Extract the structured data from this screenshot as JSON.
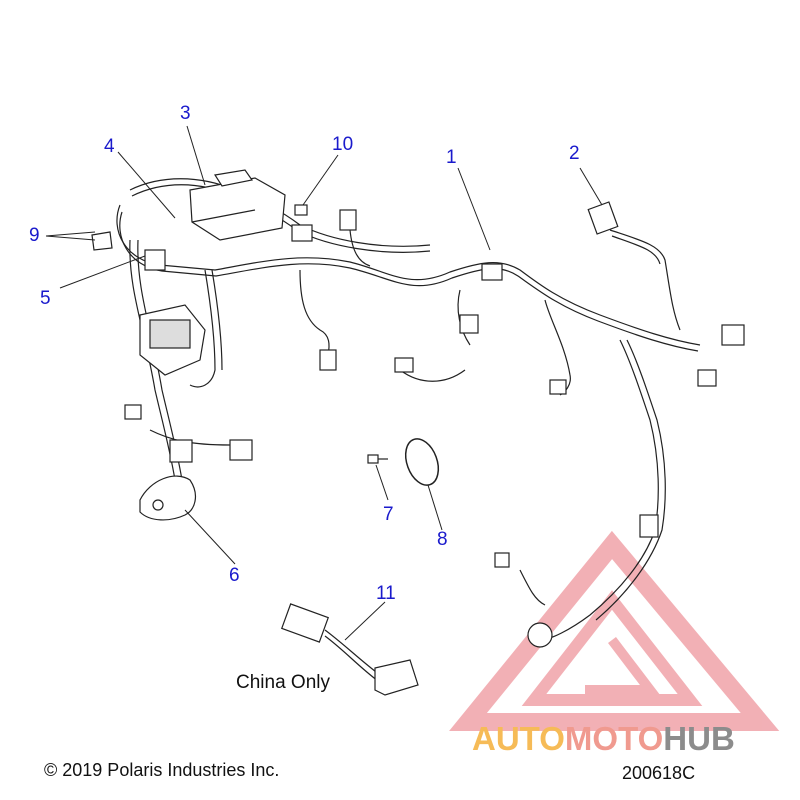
{
  "callouts": [
    {
      "id": "1",
      "label": "1"
    },
    {
      "id": "2",
      "label": "2"
    },
    {
      "id": "3",
      "label": "3"
    },
    {
      "id": "4",
      "label": "4"
    },
    {
      "id": "5",
      "label": "5"
    },
    {
      "id": "6",
      "label": "6"
    },
    {
      "id": "7",
      "label": "7"
    },
    {
      "id": "8",
      "label": "8"
    },
    {
      "id": "9",
      "label": "9"
    },
    {
      "id": "10",
      "label": "10"
    },
    {
      "id": "11",
      "label": "11"
    }
  ],
  "note": "China Only",
  "copyright": "© 2019 Polaris Industries Inc.",
  "figure_code": "200618C",
  "watermark": {
    "part1": "AUTO",
    "part2": "MOTO",
    "part3": "HUB"
  },
  "colors": {
    "callout": "#1a1acc",
    "line": "#222222",
    "watermark_red": "#e8888a",
    "watermark_orange": "#f6bb57",
    "watermark_grey": "#8c8c8c"
  }
}
